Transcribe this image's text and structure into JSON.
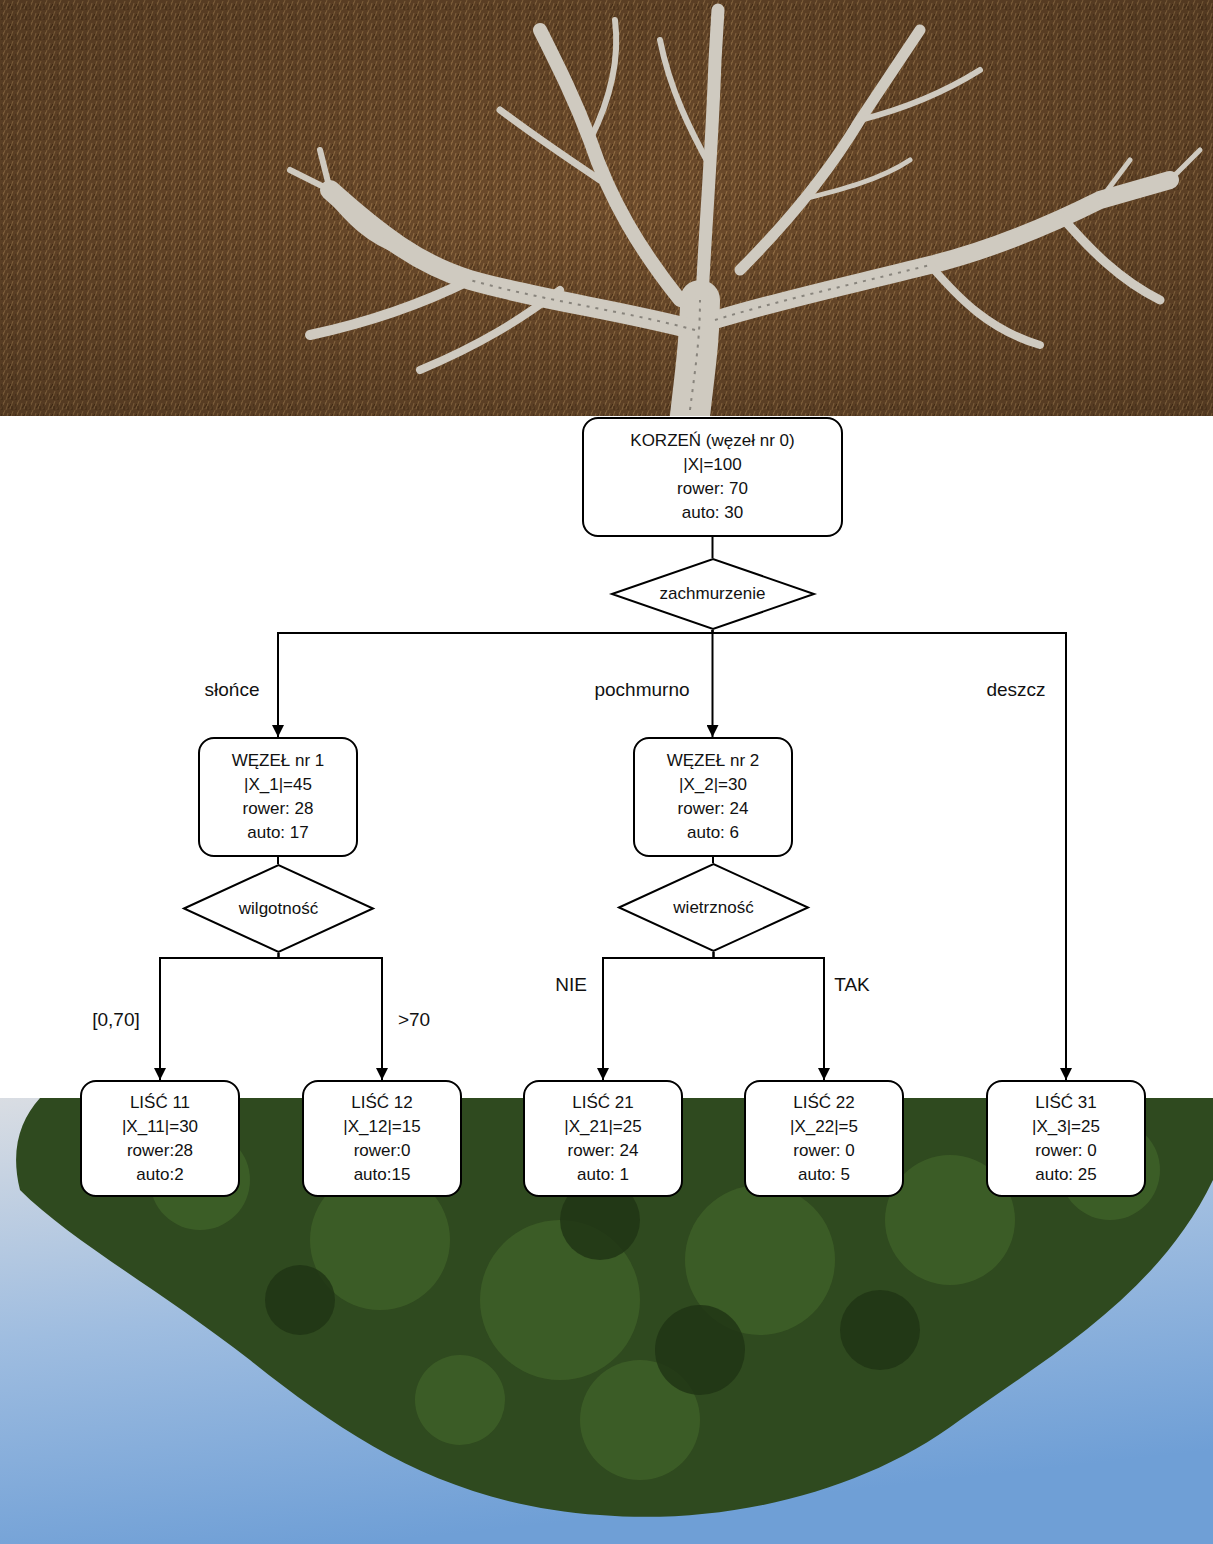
{
  "diagram": {
    "nodes": [
      {
        "text": [
          "KORZEŃ (węzeł nr 0)",
          "|X|=100",
          "rower: 70",
          "auto: 30"
        ]
      },
      {
        "text": [
          "zachmurzenie"
        ]
      },
      {
        "text": [
          "WĘZEŁ nr 1",
          "|X_1|=45",
          "rower: 28",
          "auto: 17"
        ]
      },
      {
        "text": [
          "WĘZEŁ nr 2",
          "|X_2|=30",
          "rower: 24",
          "auto: 6"
        ]
      },
      {
        "text": [
          "wilgotność"
        ]
      },
      {
        "text": [
          "wietrzność"
        ]
      },
      {
        "text": [
          "LIŚĆ 11",
          "|X_11|=30",
          "rower:28",
          "auto:2"
        ]
      },
      {
        "text": [
          "LIŚĆ 12",
          "|X_12|=15",
          "rower:0",
          "auto:15"
        ]
      },
      {
        "text": [
          "LIŚĆ 21",
          "|X_21|=25",
          "rower: 24",
          "auto: 1"
        ]
      },
      {
        "text": [
          "LIŚĆ 22",
          "|X_22|=5",
          "rower: 0",
          "auto: 5"
        ]
      },
      {
        "text": [
          "LIŚĆ 31",
          "|X_3|=25",
          "rower: 0",
          "auto: 25"
        ]
      }
    ],
    "edges": [
      {
        "from": 0,
        "to": 1,
        "arrow": "none"
      },
      {
        "from": 1,
        "to": 2,
        "label": "słońce",
        "arrow": "to"
      },
      {
        "from": 1,
        "to": 3,
        "label": "pochmurno",
        "arrow": "to"
      },
      {
        "from": 1,
        "to": 10,
        "label": "deszcz",
        "arrow": "to"
      },
      {
        "from": 2,
        "to": 4,
        "arrow": "none"
      },
      {
        "from": 3,
        "to": 5,
        "arrow": "none"
      },
      {
        "from": 4,
        "to": 6,
        "label": "[0,70]",
        "arrow": "to"
      },
      {
        "from": 4,
        "to": 7,
        "label": ">70",
        "arrow": "to"
      },
      {
        "from": 5,
        "to": 8,
        "label": "NIE",
        "arrow": "to"
      },
      {
        "from": 5,
        "to": 9,
        "label": "TAK",
        "arrow": "to"
      }
    ]
  }
}
